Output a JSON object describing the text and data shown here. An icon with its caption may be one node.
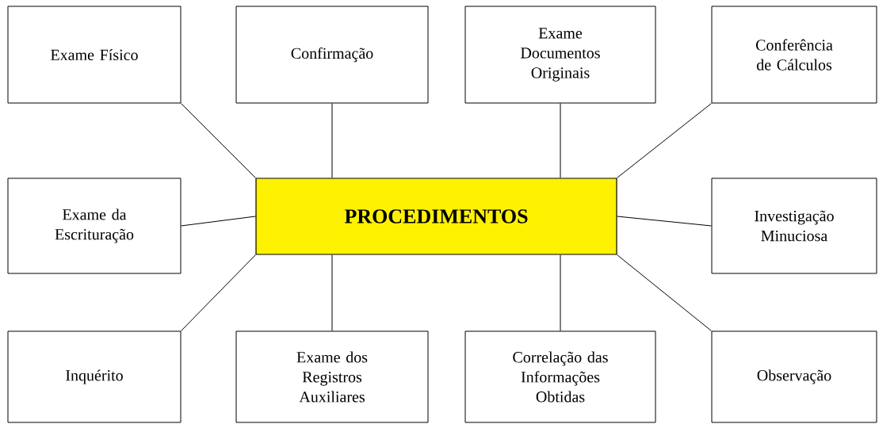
{
  "diagram": {
    "nodes": [
      {
        "text": [
          "Exame Físico"
        ]
      },
      {
        "text": [
          "Confirmação"
        ]
      },
      {
        "text": [
          "Exame Documentos Originais"
        ]
      },
      {
        "text": [
          "Conferência de Cálculos"
        ]
      },
      {
        "text": [
          "Exame da Escrituração"
        ]
      },
      {
        "text": [
          "PROCEDIMENTOS"
        ]
      },
      {
        "text": [
          "Investigação Minuciosa"
        ]
      },
      {
        "text": [
          "Inquérito"
        ]
      },
      {
        "text": [
          "Exame dos Registros Auxiliares"
        ]
      },
      {
        "text": [
          "Correlação das Informações Obtidas"
        ]
      },
      {
        "text": [
          "Observação"
        ]
      }
    ],
    "edges": [
      {
        "from": 5,
        "to": 0,
        "arrow": "none"
      },
      {
        "from": 5,
        "to": 1,
        "arrow": "none"
      },
      {
        "from": 5,
        "to": 2,
        "arrow": "none"
      },
      {
        "from": 5,
        "to": 3,
        "arrow": "none"
      },
      {
        "from": 5,
        "to": 4,
        "arrow": "none"
      },
      {
        "from": 5,
        "to": 6,
        "arrow": "none"
      },
      {
        "from": 5,
        "to": 7,
        "arrow": "none"
      },
      {
        "from": 5,
        "to": 8,
        "arrow": "none"
      },
      {
        "from": 5,
        "to": 9,
        "arrow": "none"
      },
      {
        "from": 5,
        "to": 10,
        "arrow": "none"
      }
    ]
  }
}
